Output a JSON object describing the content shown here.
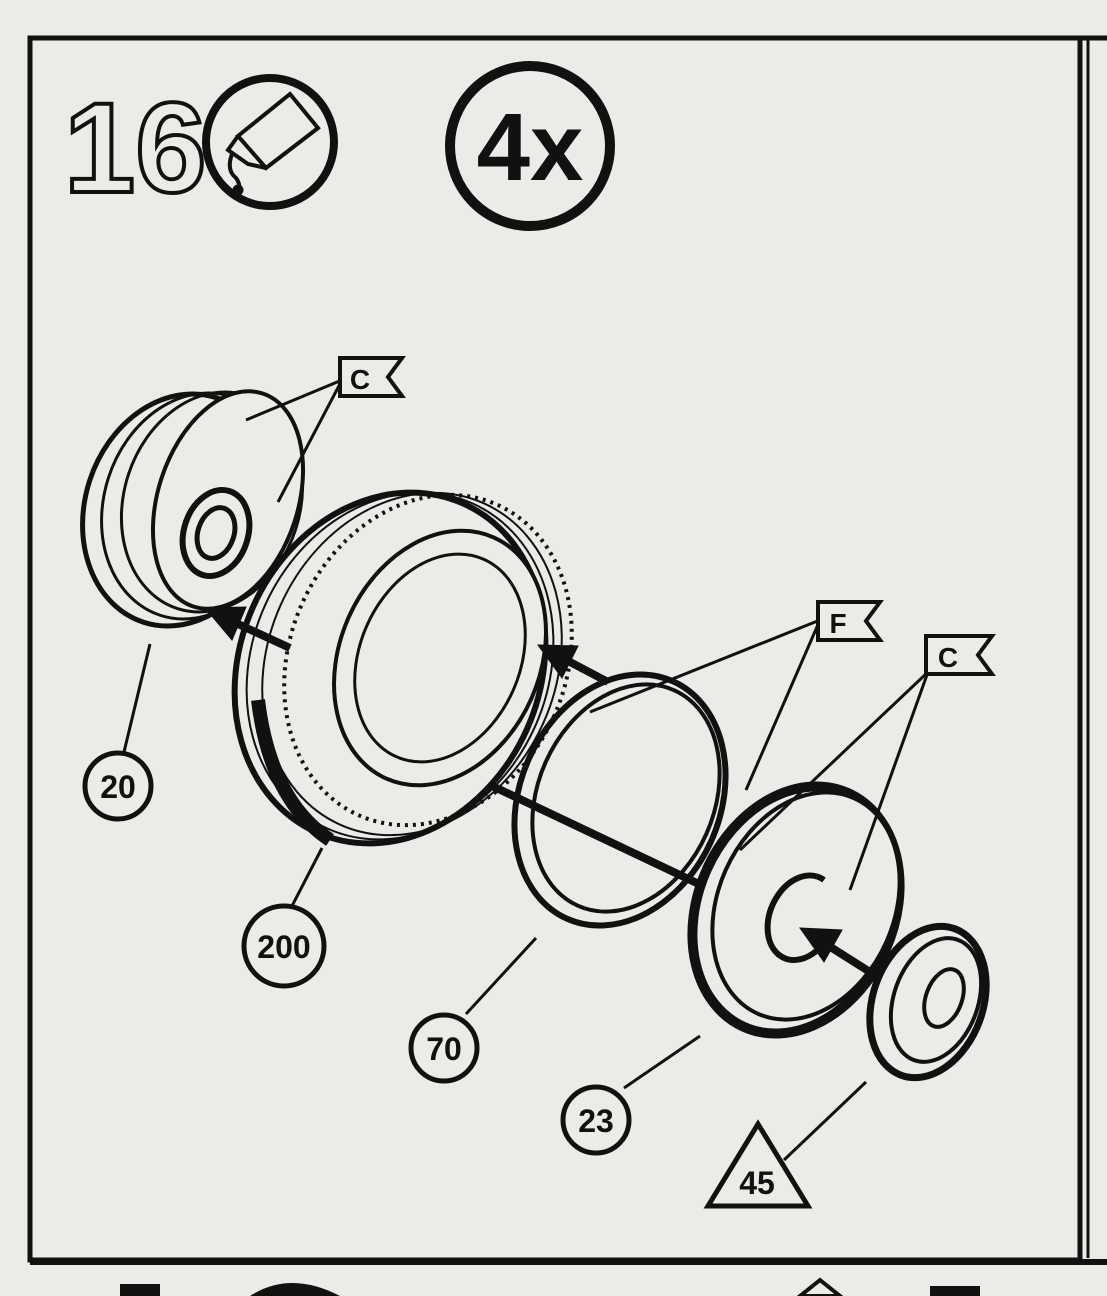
{
  "step": {
    "number": "16",
    "glue_icon": "glue-tube-icon",
    "quantity": "4x"
  },
  "parts": [
    {
      "id": "20",
      "shape": "circle",
      "color_flag": "C"
    },
    {
      "id": "200",
      "shape": "circle"
    },
    {
      "id": "70",
      "shape": "circle",
      "color_flag": "F"
    },
    {
      "id": "23",
      "shape": "circle",
      "color_flag": "C"
    },
    {
      "id": "45",
      "shape": "triangle"
    }
  ],
  "color_flags": [
    "C",
    "F",
    "C"
  ],
  "colors": {
    "paper": "#ecebe7",
    "ink": "#111111"
  }
}
